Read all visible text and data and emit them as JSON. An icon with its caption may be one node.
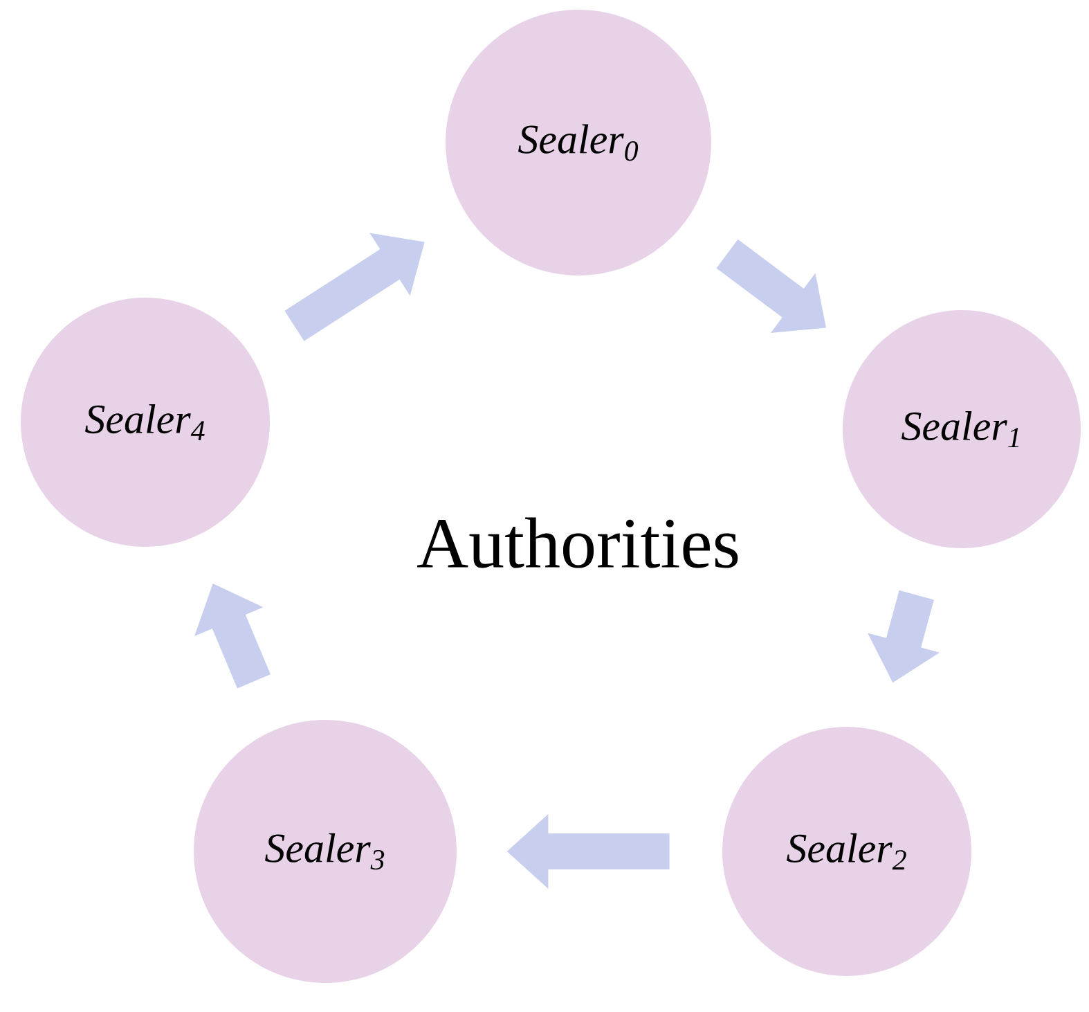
{
  "diagram": {
    "title": "Authorities",
    "nodes": [
      {
        "text": [
          "Sealer$_{0}$"
        ]
      },
      {
        "text": [
          "Sealer$_{1}$"
        ]
      },
      {
        "text": [
          "Sealer$_{2}$"
        ]
      },
      {
        "text": [
          "Sealer$_{3}$"
        ]
      },
      {
        "text": [
          "Sealer$_{4}$"
        ]
      }
    ],
    "edges": [
      {
        "from": 0,
        "to": 1,
        "arrow": "to"
      },
      {
        "from": 1,
        "to": 2,
        "arrow": "to"
      },
      {
        "from": 2,
        "to": 3,
        "arrow": "to"
      },
      {
        "from": 3,
        "to": 4,
        "arrow": "to"
      },
      {
        "from": 4,
        "to": 0,
        "arrow": "to"
      }
    ]
  }
}
